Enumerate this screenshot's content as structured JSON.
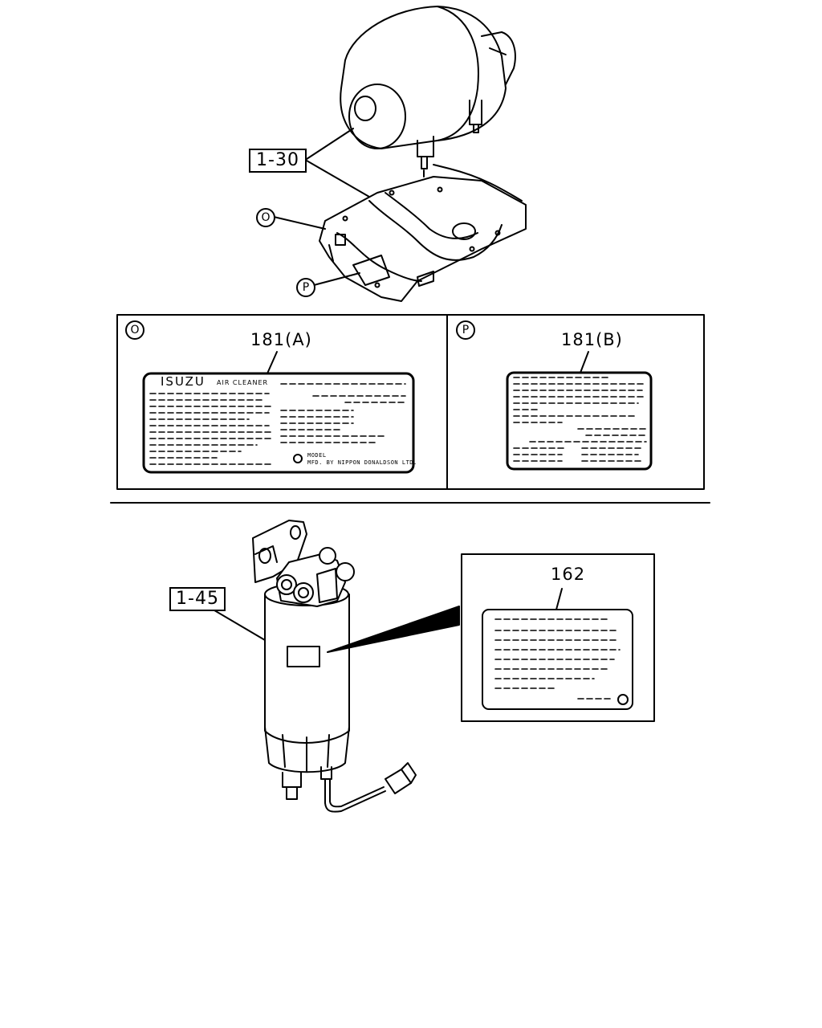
{
  "callouts": {
    "air_cleaner": "1-30",
    "fuel_filter": "1-45"
  },
  "markers": {
    "o": "O",
    "p": "P"
  },
  "panels": {
    "o": {
      "marker": "O",
      "part": "181(A)",
      "brand": "ISUZU",
      "brand_sub": "AIR CLEANER",
      "model": "MODEL",
      "maker": "MFD. BY NIPPON DONALDSON LTD."
    },
    "p": {
      "marker": "P",
      "part": "181(B)"
    }
  },
  "filter_label": {
    "part": "162"
  }
}
